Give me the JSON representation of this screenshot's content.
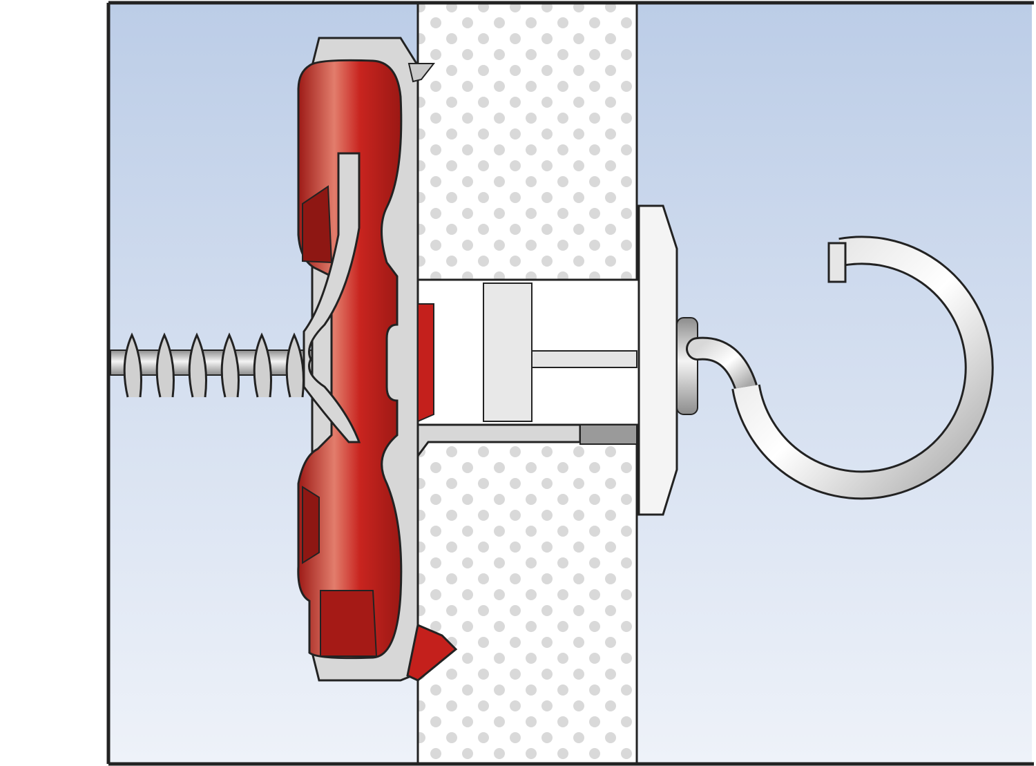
{
  "diagram": {
    "parts": [
      "cavity-space",
      "plasterboard-wall",
      "red-anchor-dowel",
      "screw-thread",
      "anchor-collar",
      "hook-screw"
    ],
    "colors": {
      "cavity_top": "#bccde7",
      "cavity_bottom": "#eef2f9",
      "wall_fill": "#ffffff",
      "wall_dots": "#d9d9d9",
      "anchor_red": "#c4201c",
      "anchor_dark_red": "#8e1713",
      "anchor_highlight": "#e98a7a",
      "plastic_grey": "#d7d7d7",
      "collar_white": "#f4f4f4",
      "metal_light": "#f0f0f0",
      "metal_dark": "#9a9a9a",
      "outline": "#222222"
    }
  }
}
